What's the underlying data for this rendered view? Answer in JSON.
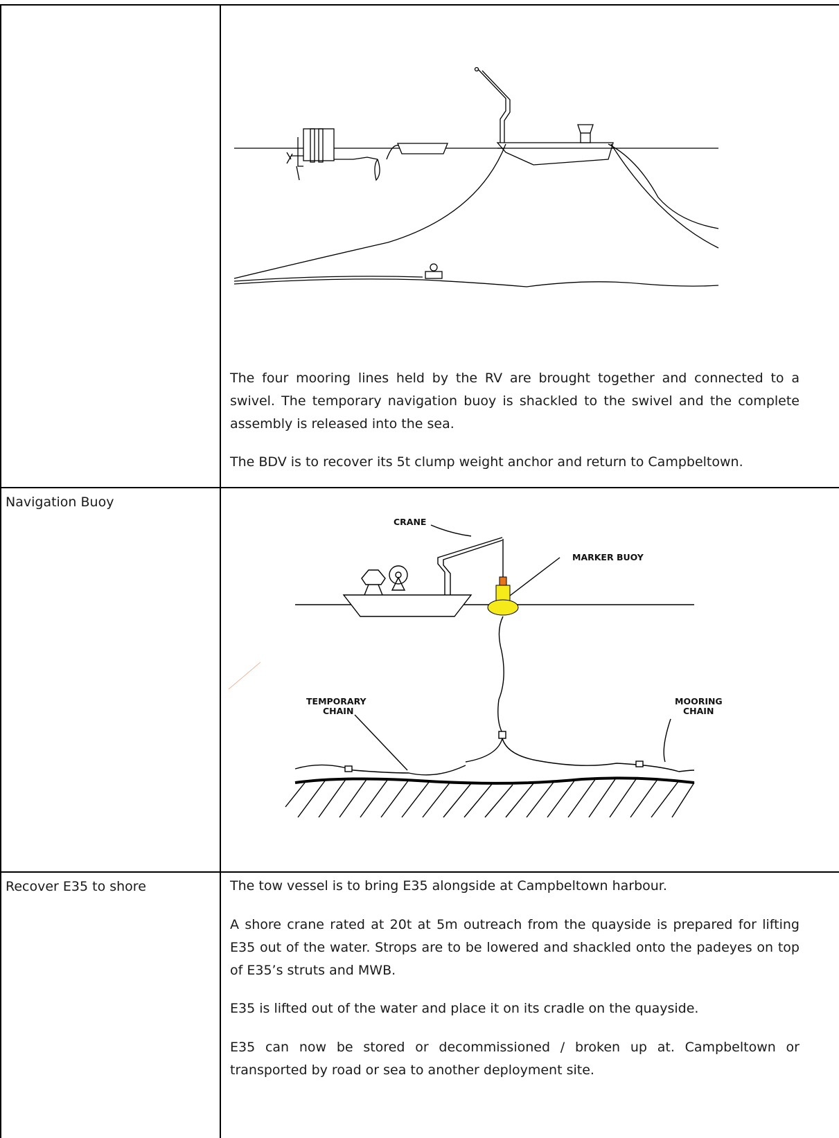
{
  "row1": {
    "label": "",
    "para1": "The four mooring lines held by the RV are brought together and connected to a swivel. The temporary navigation buoy is shackled to the swivel and the complete assembly is released into the sea.",
    "para2": "The BDV is to recover its 5t clump weight anchor and return to Campbeltown."
  },
  "row2": {
    "label": "Navigation Buoy",
    "diagram_labels": {
      "crane": "CRANE",
      "marker_buoy": "MARKER BUOY",
      "temporary_chain_1": "TEMPORARY",
      "temporary_chain_2": "CHAIN",
      "mooring_chain_1": "MOORING",
      "mooring_chain_2": "CHAIN"
    },
    "colors": {
      "buoy": "#f6ea1a",
      "buoy_light": "#e6751c"
    }
  },
  "row3": {
    "label": "Recover E35 to shore",
    "para1": "The tow vessel is to bring E35 alongside at Campbeltown harbour.",
    "para2": "A shore crane rated at 20t at 5m outreach from the quayside is prepared for lifting E35 out of the water. Strops are to be lowered and shackled onto the padeyes on top of E35’s struts and MWB.",
    "para3": "E35 is lifted out of the water and place it on its cradle on the quayside.",
    "para4": "E35 can now be stored or decommissioned / broken up at. Campbeltown or transported by road or sea to another deployment site."
  }
}
